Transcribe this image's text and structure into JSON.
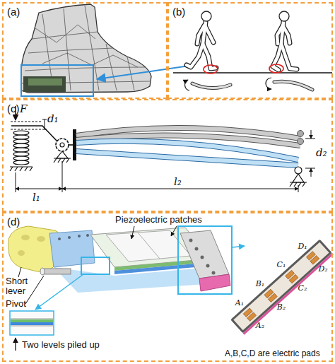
{
  "diagram": {
    "nodes": [
      {
        "text": [
          "(a)"
        ]
      },
      {
        "text": [
          "(b)"
        ]
      },
      {
        "text": [
          "(c)"
        ]
      },
      {
        "text": [
          "(d)"
        ]
      }
    ],
    "labels": [
      "F",
      "d₁",
      "d₂",
      "l₁",
      "l₂",
      "Piezoelectric patches",
      "Short lever",
      "Pivot",
      "Two levels piled up",
      "A,B,C,D are electric pads",
      "D₁",
      "C₁",
      "D₂",
      "B₁",
      "C₂",
      "A₁",
      "B₂",
      "A₂"
    ]
  }
}
